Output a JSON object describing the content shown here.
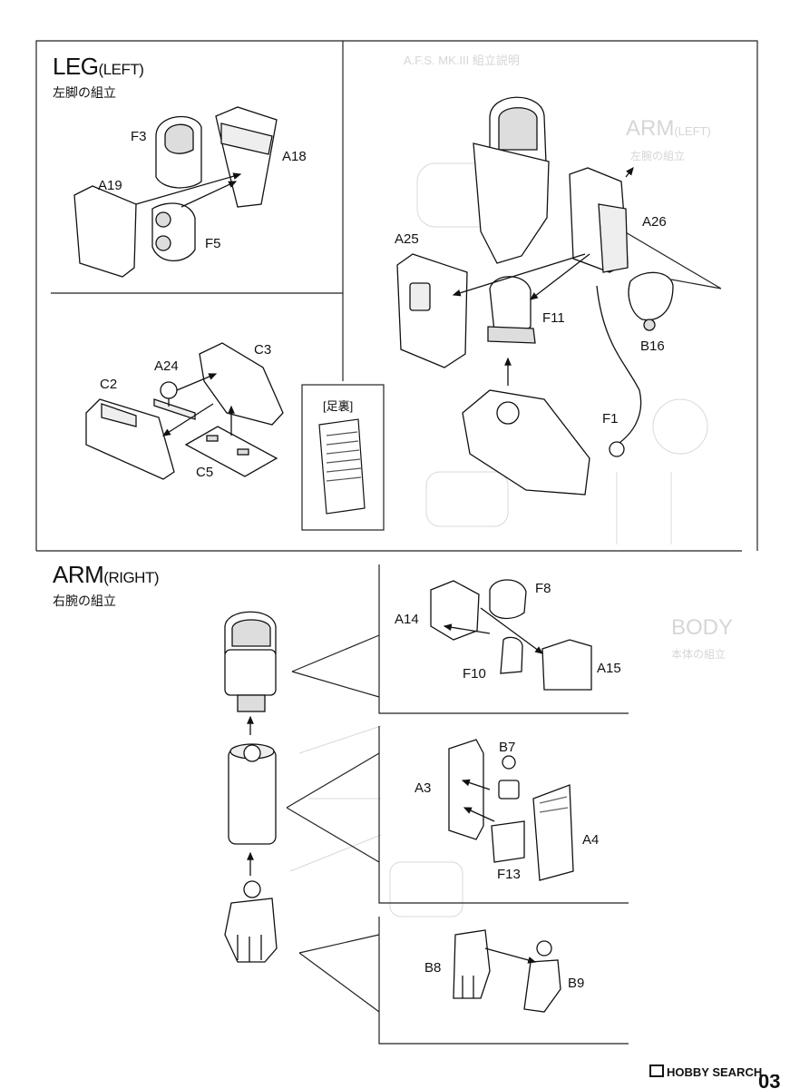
{
  "leg_left": {
    "title": "LEG",
    "title_sub": "(LEFT)",
    "subtitle": "左脚の組立"
  },
  "arm_right": {
    "title": "ARM",
    "title_sub": "(RIGHT)",
    "subtitle": "右腕の組立"
  },
  "sole_box": {
    "label": "[足裏]"
  },
  "parts": {
    "f3": "F3",
    "a18": "A18",
    "a19": "A19",
    "f5": "F5",
    "a24": "A24",
    "c3": "C3",
    "c2": "C2",
    "c5": "C5",
    "a25": "A25",
    "a26": "A26",
    "f11": "F11",
    "b16": "B16",
    "f1": "F1",
    "f8": "F8",
    "a14": "A14",
    "a15": "A15",
    "f10": "F10",
    "b7": "B7",
    "a3": "A3",
    "a4": "A4",
    "f13": "F13",
    "b8": "B8",
    "b9": "B9"
  },
  "bleed": {
    "title": "A.F.S. MK.III 組立説明",
    "arm_left": "ARM",
    "arm_left_sub": "(LEFT)",
    "arm_left_jp": "左腕の組立",
    "body": "BODY",
    "body_jp": "本体の組立"
  },
  "footer": {
    "brand": "HOBBY SEARCH",
    "page": "03"
  }
}
